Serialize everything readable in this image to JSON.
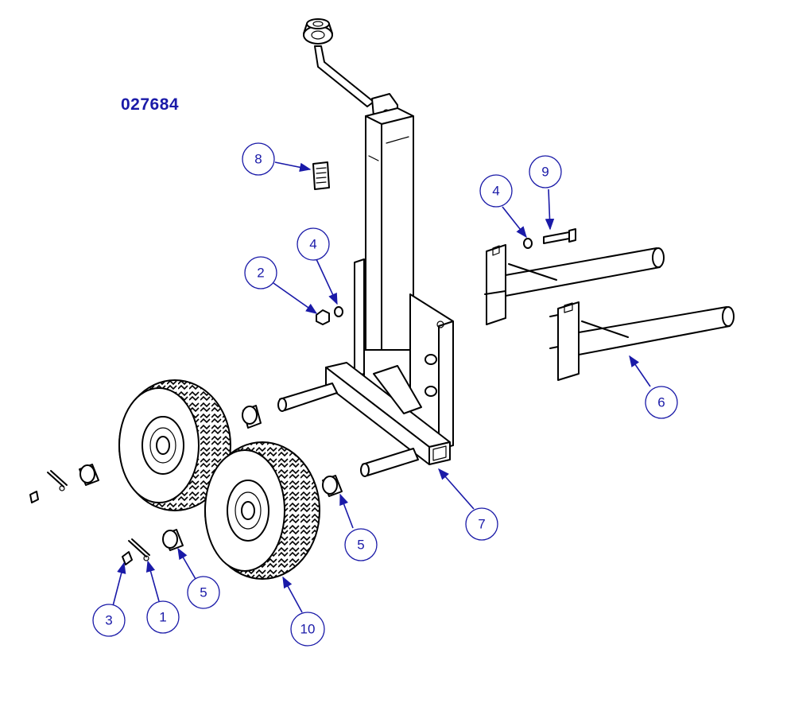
{
  "part_number": "027684",
  "colors": {
    "callout": "#1a1aa8",
    "line": "#000000"
  },
  "callouts": [
    {
      "id": "c8",
      "label": "8"
    },
    {
      "id": "c4a",
      "label": "4"
    },
    {
      "id": "c2",
      "label": "2"
    },
    {
      "id": "c4b",
      "label": "4"
    },
    {
      "id": "c9",
      "label": "9"
    },
    {
      "id": "c6",
      "label": "6"
    },
    {
      "id": "c7",
      "label": "7"
    },
    {
      "id": "c5a",
      "label": "5"
    },
    {
      "id": "c5b",
      "label": "5"
    },
    {
      "id": "c3",
      "label": "3"
    },
    {
      "id": "c1",
      "label": "1"
    },
    {
      "id": "c10",
      "label": "10"
    }
  ]
}
